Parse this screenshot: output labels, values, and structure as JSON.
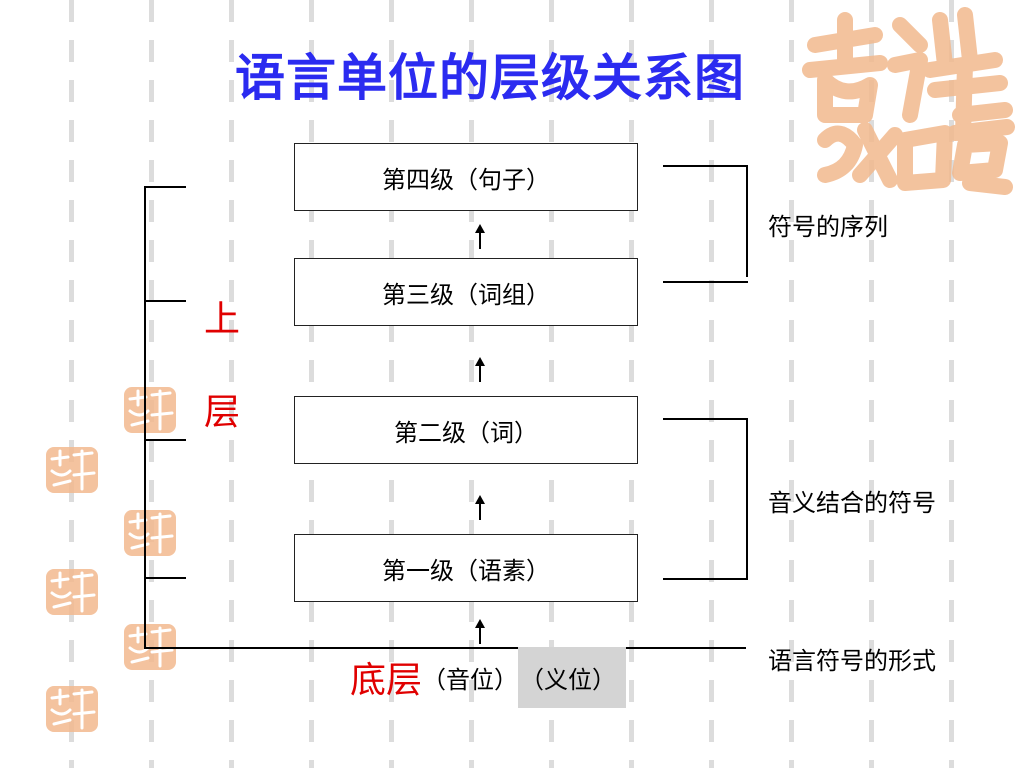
{
  "title": "语言单位的层级关系图",
  "levels": [
    {
      "label": "第四级（句子）"
    },
    {
      "label": "第三级（词组）"
    },
    {
      "label": "第二级（词）"
    },
    {
      "label": "第一级（语素）"
    }
  ],
  "upper_layer": {
    "char1": "上",
    "char2": "层"
  },
  "bottom_layer": {
    "label": "底层",
    "part1": "（音位）",
    "part2": "（义位）"
  },
  "groups": {
    "symbol_sequence": "符号的序列",
    "sound_meaning_symbols": "音义结合的符号",
    "symbol_form": "语言符号的形式"
  },
  "colors": {
    "title": "#2b2bf0",
    "layer_text": "#e00000",
    "seal": "#f2b98e"
  },
  "icons": {
    "decoration": "auspicious-seal-icon",
    "arrow": "arrow-up-icon"
  }
}
